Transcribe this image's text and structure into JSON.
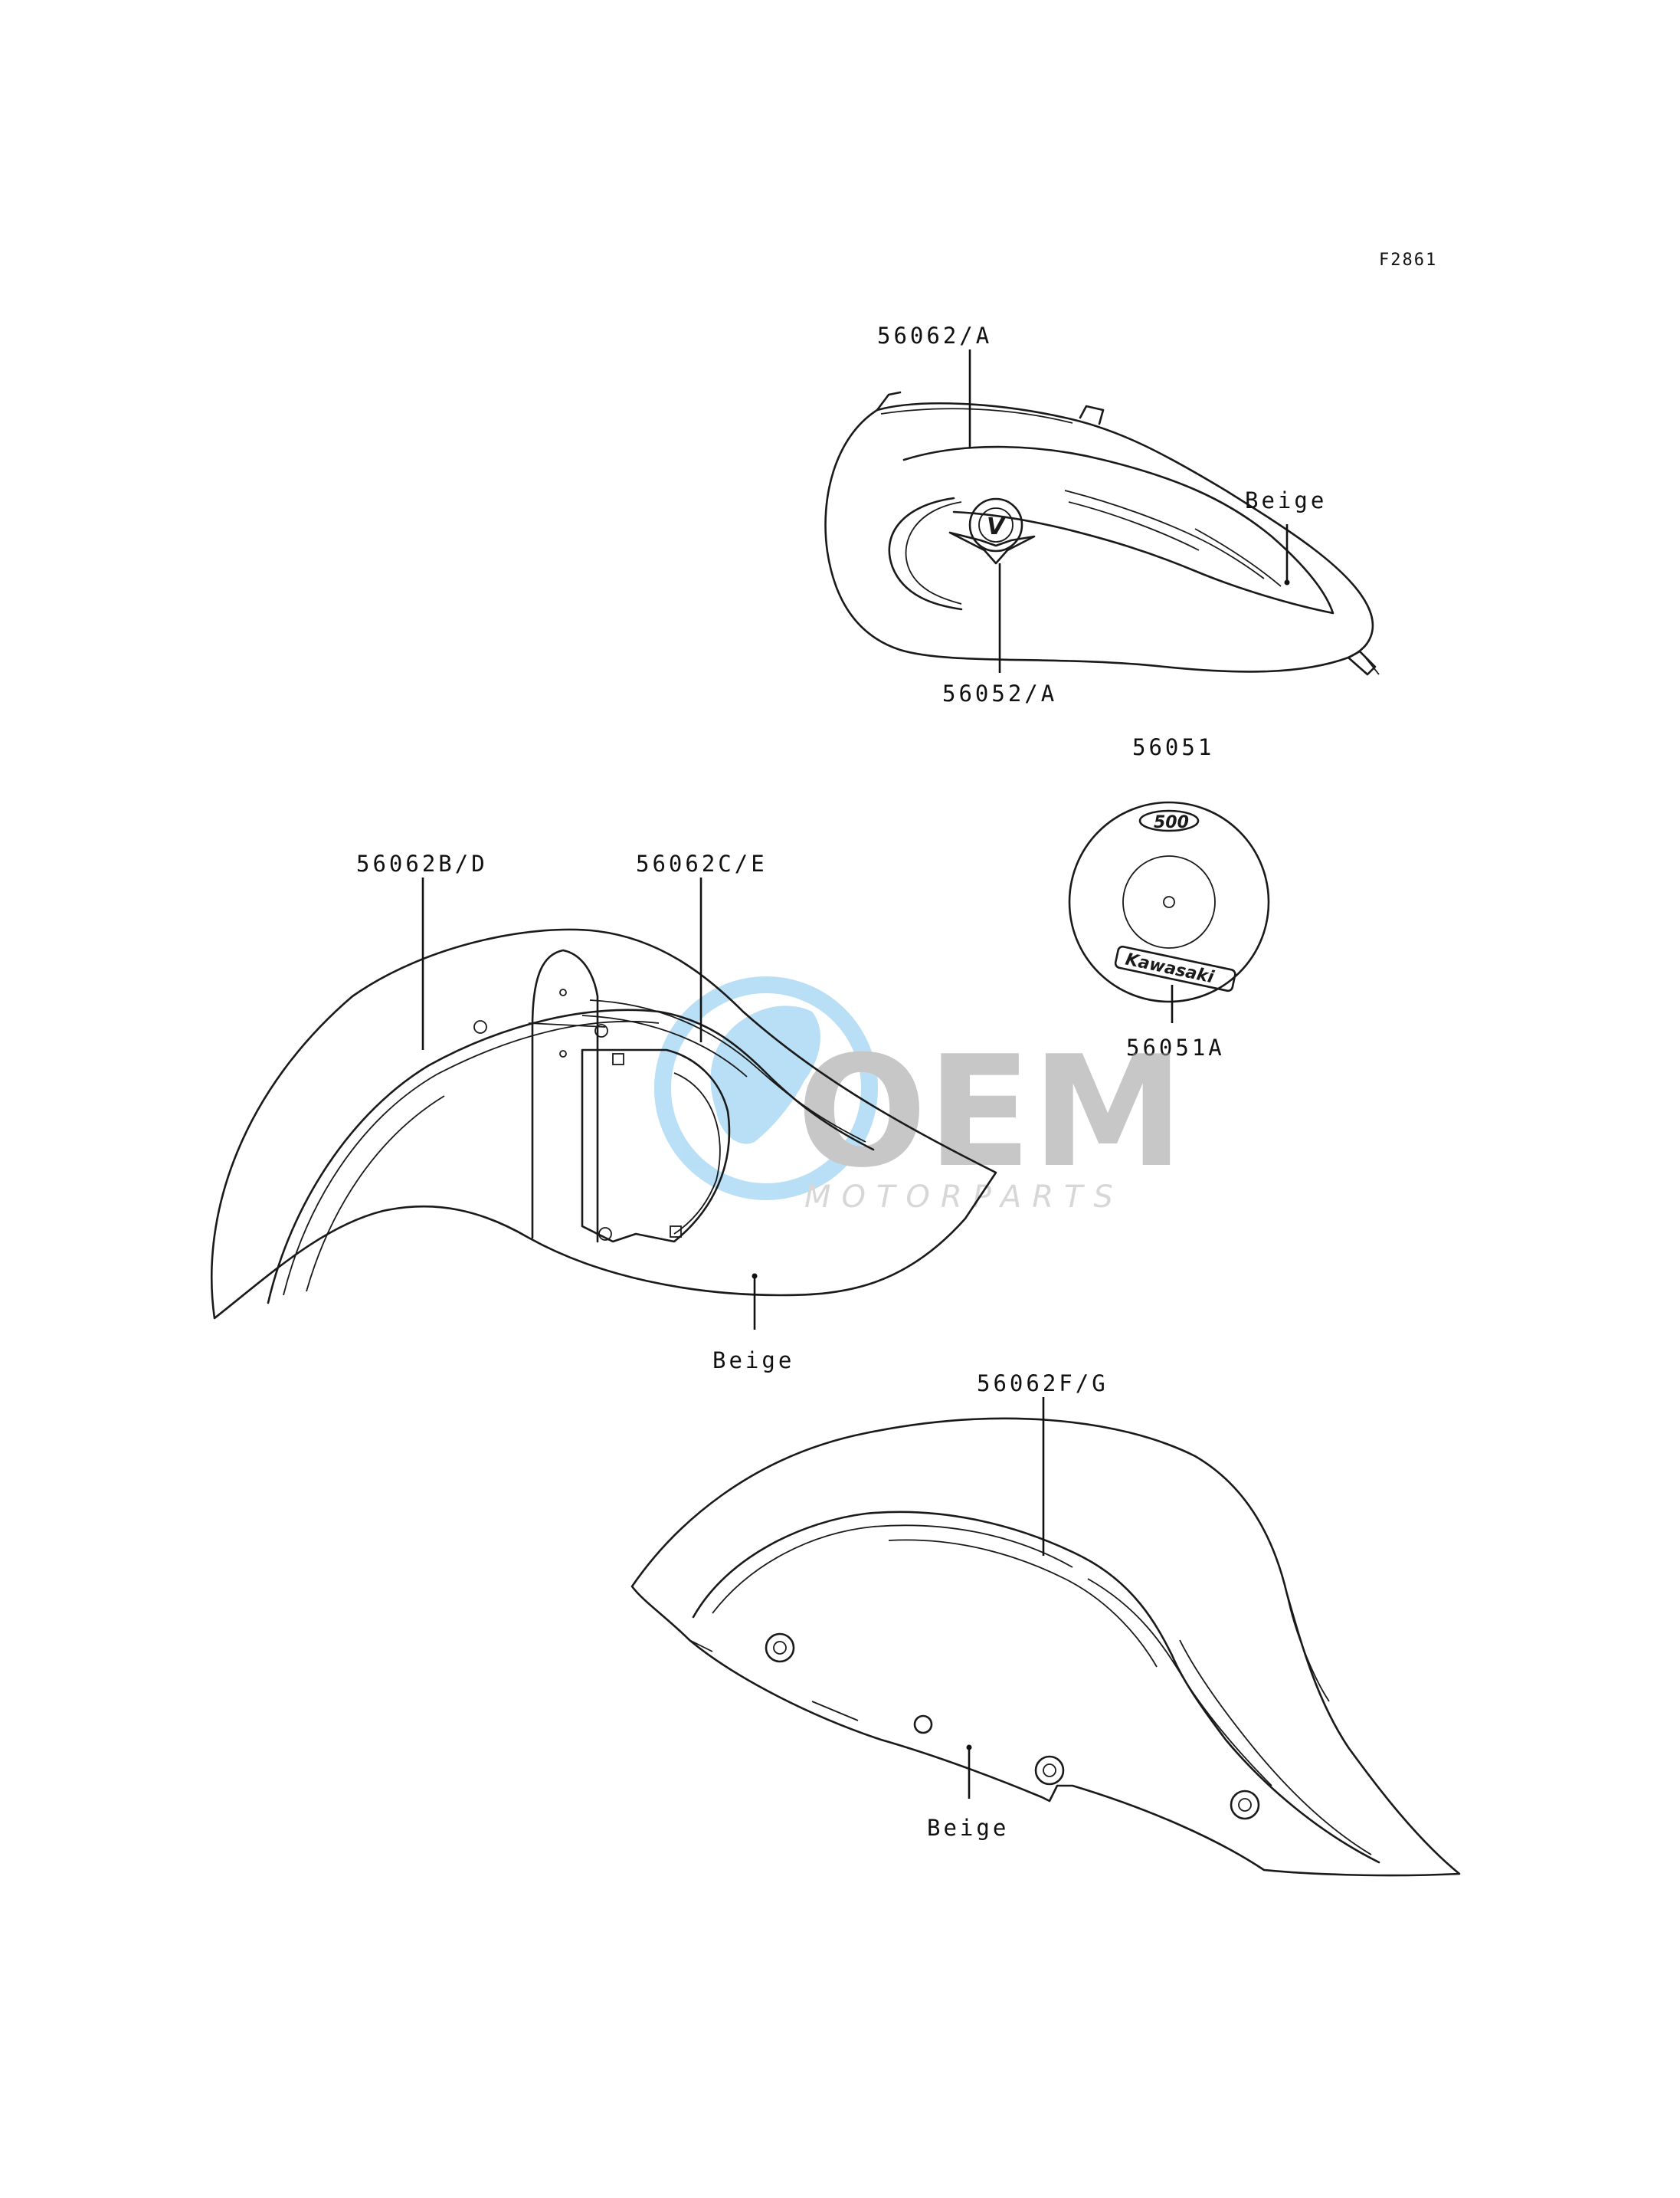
{
  "figure_code": "F2861",
  "callouts": {
    "tank_stripe": "56062/A",
    "tank_emblem": "56052/A",
    "tank_color": "Beige",
    "cover_top": "56051",
    "cover_bottom": "56051A",
    "front_fender_stripe": "56062B/D",
    "front_fender_stripe_inner": "56062C/E",
    "front_fender_color": "Beige",
    "rear_fender_stripe": "56062F/G",
    "rear_fender_color": "Beige"
  },
  "cover_emblem": {
    "top_text": "500",
    "bottom_text": "Kawasaki"
  },
  "tank_emblem_letter": "V",
  "watermark": {
    "brand": "OEM",
    "sub": "MOTORPARTS",
    "colors": {
      "globe": "#7fc6ee",
      "text": "#9a9a9a"
    }
  },
  "colors": {
    "line": "#1a1a1a",
    "background": "#ffffff"
  }
}
